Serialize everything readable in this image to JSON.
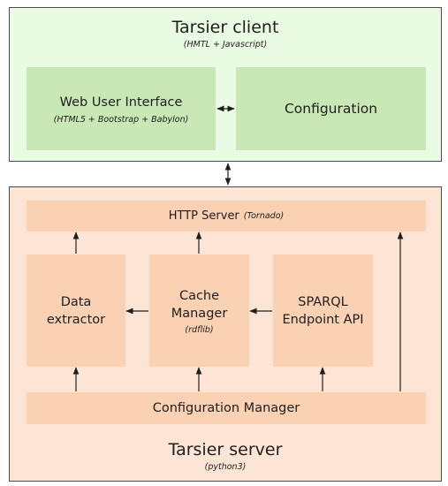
{
  "client": {
    "title": "Tarsier client",
    "subtitle": "(HMTL + Javascript)",
    "web_ui": {
      "label": "Web User Interface",
      "sublabel": "(HTML5 + Bootstrap + Babylon)"
    },
    "configuration": {
      "label": "Configuration"
    }
  },
  "server": {
    "title": "Tarsier server",
    "subtitle": "(python3)",
    "http_server": {
      "label": "HTTP Server",
      "sublabel": "(Tornado)"
    },
    "data_extractor": {
      "line1": "Data",
      "line2": "extractor"
    },
    "cache_manager": {
      "line1": "Cache",
      "line2": "Manager",
      "sublabel": "(rdflib)"
    },
    "sparql": {
      "line1": "SPARQL",
      "line2": "Endpoint API"
    },
    "config_manager": {
      "label": "Configuration Manager"
    }
  },
  "colors": {
    "client_bg": "#eafbe3",
    "client_inner": "#c9e8b5",
    "server_bg": "#fde5d5",
    "server_inner": "#fbd1b3",
    "border": "#4a4a4a"
  }
}
